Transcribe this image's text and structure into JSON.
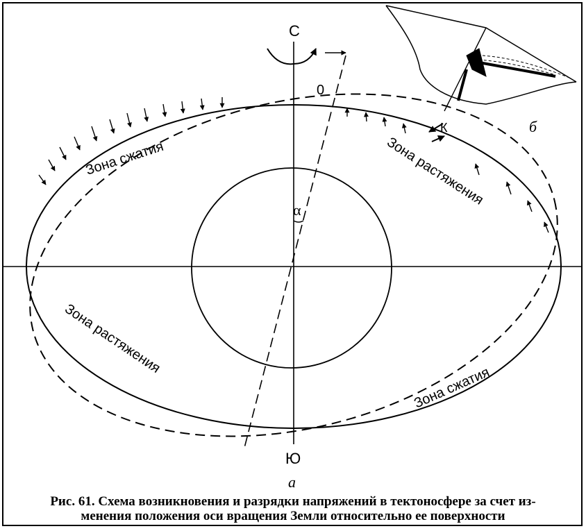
{
  "labels": {
    "north": "С",
    "south": "Ю",
    "zero": "0",
    "k": "К",
    "alpha": "α",
    "panel_a": "а",
    "panel_b": "б",
    "compression_top": "Зона сжатия",
    "extension_top": "Зона растяжения",
    "extension_bottom": "Зона растяжения",
    "compression_bottom": "Зона сжатия"
  },
  "caption": {
    "line1": "Рис. 61. Схема возникновения и разрядки напряжений в тектоносфере за счет из-",
    "line2": "менения положения оси вращения Земли относительно ее поверхности"
  }
}
